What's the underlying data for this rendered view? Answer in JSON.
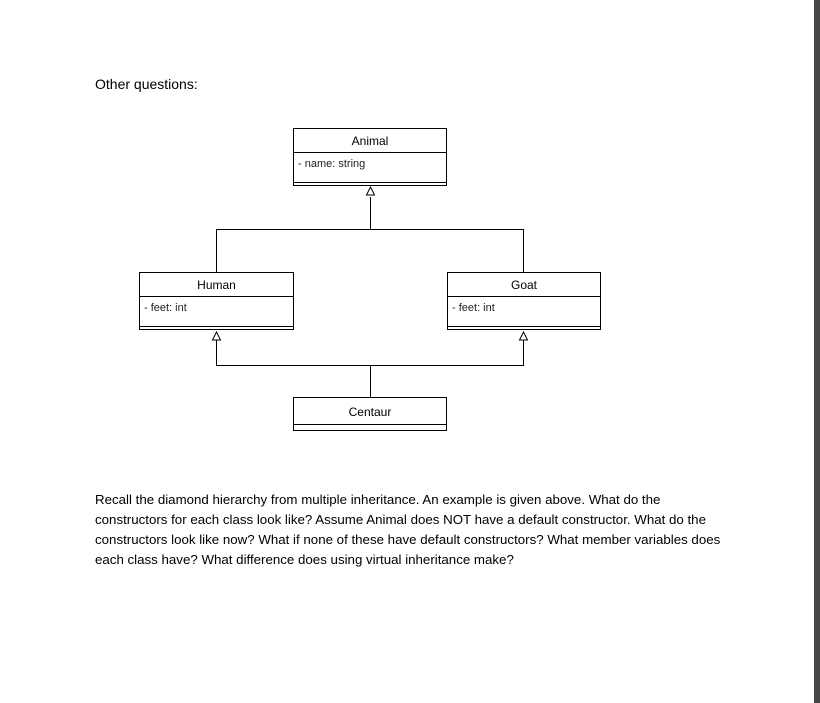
{
  "document": {
    "heading": "Other questions:",
    "paragraph": "Recall the diamond hierarchy from multiple inheritance. An example is given above. What do the constructors for each class look like? Assume Animal does NOT have a default constructor. What do the constructors look like now? What if none of these have default constructors? What member variables does each class have? What difference does using virtual inheritance make?"
  },
  "diagram": {
    "classes": {
      "animal": {
        "name": "Animal",
        "attribute": "- name: string"
      },
      "human": {
        "name": "Human",
        "attribute": "- feet: int"
      },
      "goat": {
        "name": "Goat",
        "attribute": "- feet: int"
      },
      "centaur": {
        "name": "Centaur"
      }
    },
    "relations": [
      {
        "from": "Human",
        "to": "Animal",
        "type": "inheritance"
      },
      {
        "from": "Goat",
        "to": "Animal",
        "type": "inheritance"
      },
      {
        "from": "Centaur",
        "to": "Human",
        "type": "inheritance"
      },
      {
        "from": "Centaur",
        "to": "Goat",
        "type": "inheritance"
      }
    ]
  }
}
